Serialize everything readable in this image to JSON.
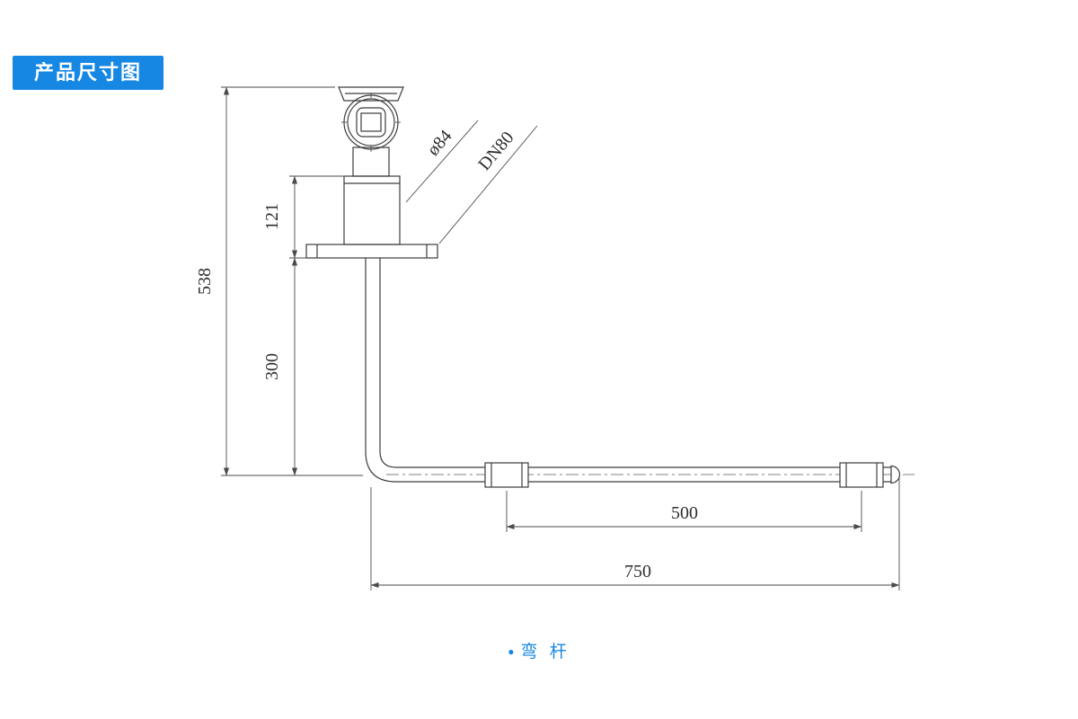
{
  "badge": {
    "label": "产品尺寸图"
  },
  "caption": {
    "bullet": "●",
    "label": "弯 杆"
  },
  "dimensions": {
    "head_diameter": "ø84",
    "flange_size": "DN80",
    "neck_height": "121",
    "total_height": "538",
    "drop_length": "300",
    "tip_span": "500",
    "total_span": "750"
  },
  "colors": {
    "accent": "#1787e4",
    "line": "#3d3d3d"
  }
}
